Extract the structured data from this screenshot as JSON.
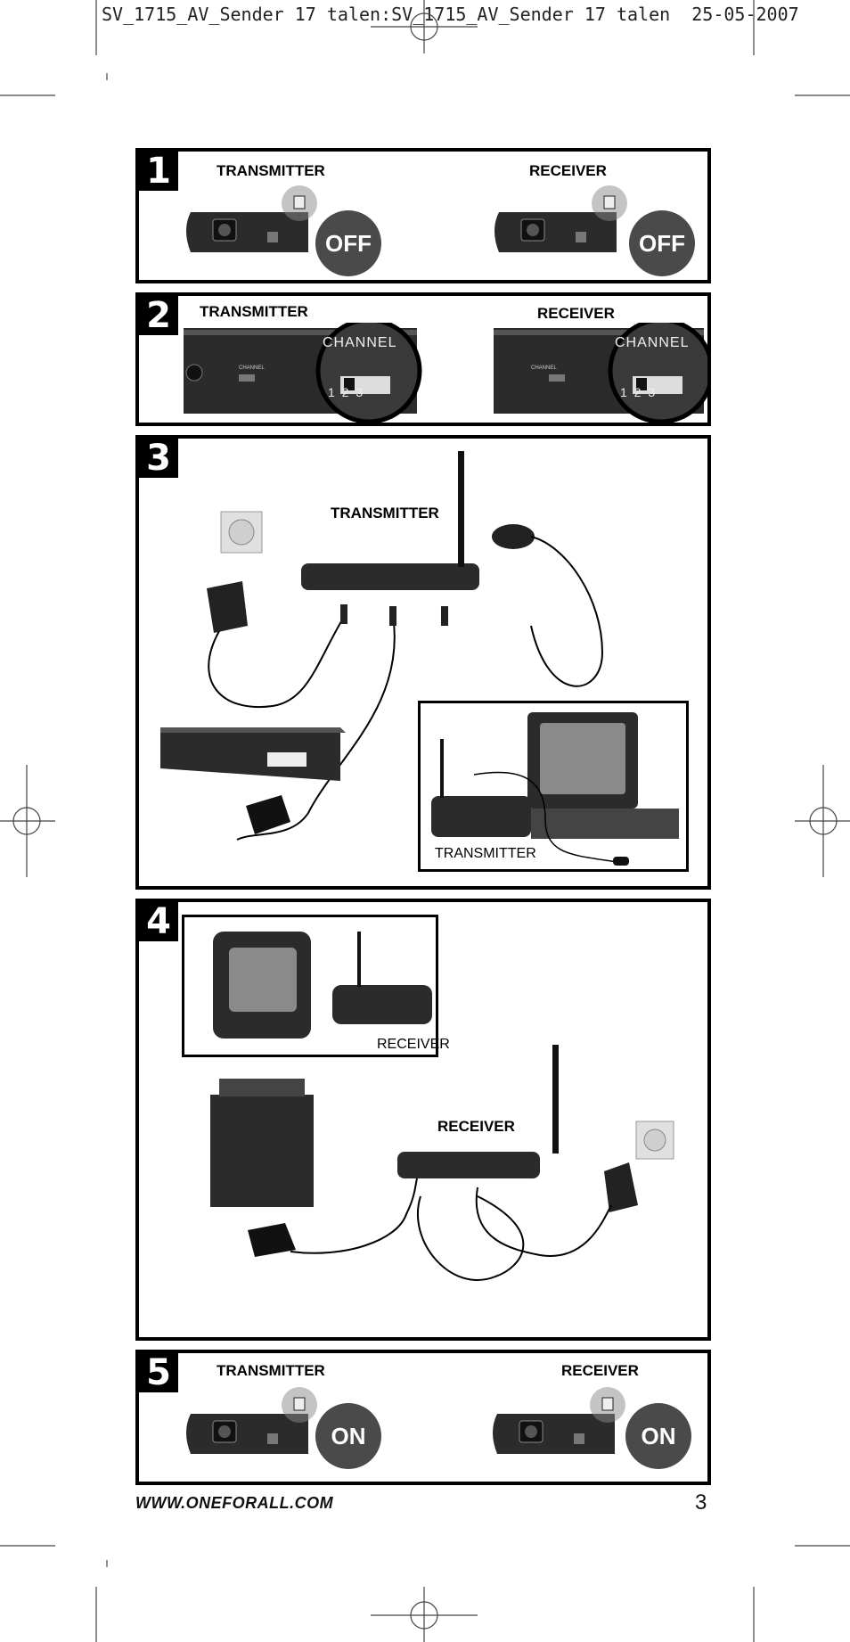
{
  "header": {
    "slug": "SV_1715_AV_Sender 17 talen:SV_1715_AV_Sender 17 talen  25-05-2007"
  },
  "steps": [
    {
      "number": "1",
      "left_label": "TRANSMITTER",
      "right_label": "RECEIVER",
      "left_badge": "OFF",
      "right_badge": "OFF"
    },
    {
      "number": "2",
      "left_label": "TRANSMITTER",
      "right_label": "RECEIVER",
      "channel_label": "CHANNEL",
      "channel_numbers": "1 2 3",
      "small_channel": "CHANNEL"
    },
    {
      "number": "3",
      "main_label": "TRANSMITTER",
      "inset_label": "TRANSMITTER"
    },
    {
      "number": "4",
      "inset_label": "RECEIVER",
      "main_label": "RECEIVER"
    },
    {
      "number": "5",
      "left_label": "TRANSMITTER",
      "right_label": "RECEIVER",
      "left_badge": "ON",
      "right_badge": "ON"
    }
  ],
  "footer": {
    "url": "WWW.ONEFORALL.COM",
    "page": "3"
  },
  "colors": {
    "frame": "#000000",
    "badge": "#4a4a4a",
    "device": "#2b2b2b",
    "device_light": "#6b6b6b"
  }
}
